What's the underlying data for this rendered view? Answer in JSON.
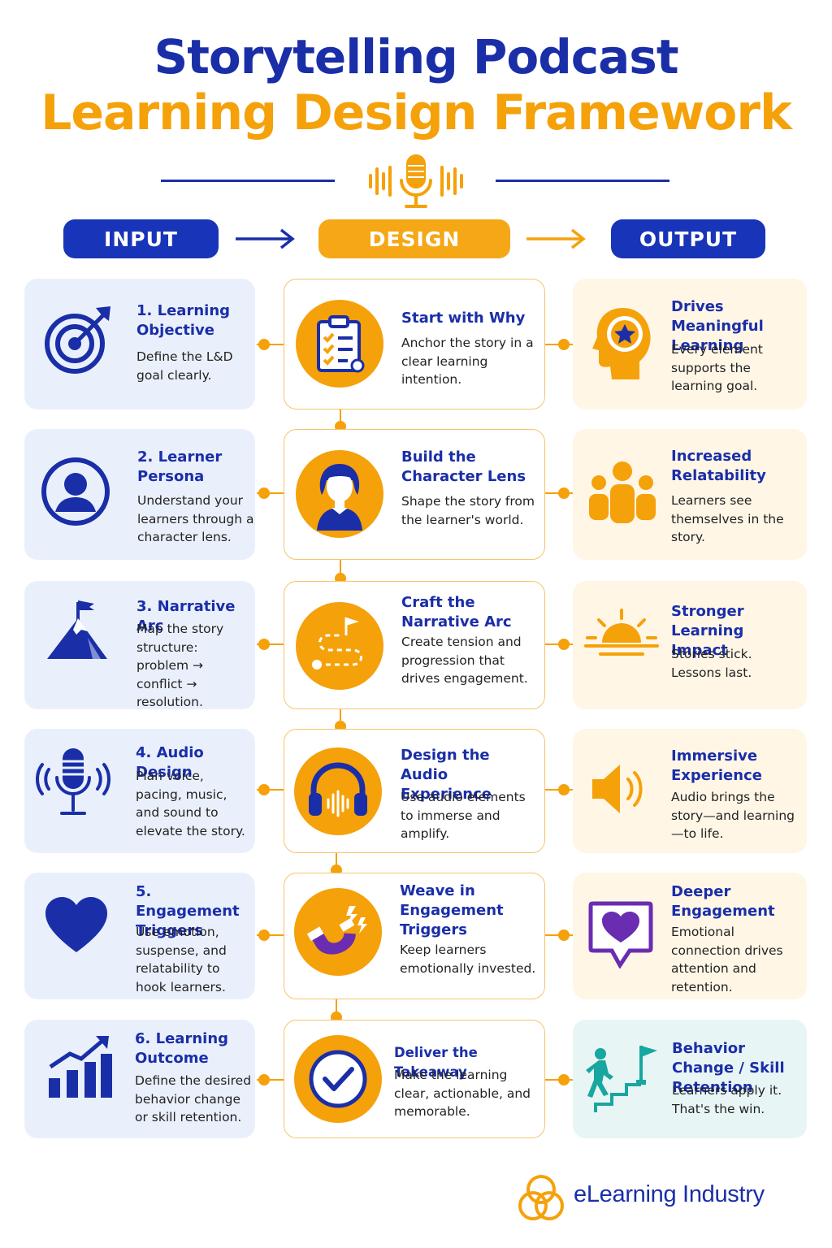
{
  "header": {
    "title_line1": "Storytelling Podcast",
    "title_line2": "Learning Design Framework"
  },
  "columns": {
    "input": "INPUT",
    "design": "DESIGN",
    "output": "OUTPUT"
  },
  "rows": [
    {
      "input": {
        "title": "1. Learning Objective",
        "desc": "Define the L&D goal clearly.",
        "icon": "target-icon"
      },
      "design": {
        "title": "Start with Why",
        "desc": "Anchor the story in a clear learning intention.",
        "icon": "clipboard-checklist-icon"
      },
      "output": {
        "title": "Drives Meaningful Learning",
        "desc": "Every element supports the learning goal.",
        "icon": "head-star-icon"
      }
    },
    {
      "input": {
        "title": "2. Learner Persona",
        "desc": "Understand your learners through a character lens.",
        "icon": "user-circle-icon"
      },
      "design": {
        "title": "Build the Character Lens",
        "desc": "Shape the story from the learner's world.",
        "icon": "woman-avatar-icon"
      },
      "output": {
        "title": "Increased Relatability",
        "desc": "Learners see themselves in the story.",
        "icon": "group-people-icon"
      }
    },
    {
      "input": {
        "title": "3. Narrative Arc",
        "desc": "Map the story structure: problem → conflict → resolution.",
        "icon": "mountain-flag-icon"
      },
      "design": {
        "title": "Craft the Narrative Arc",
        "desc": "Create tension and progression that drives engagement.",
        "icon": "winding-path-icon"
      },
      "output": {
        "title": "Stronger Learning Impact",
        "desc": "Stories stick. Lessons last.",
        "icon": "sunrise-icon"
      }
    },
    {
      "input": {
        "title": "4. Audio Design",
        "desc": "Plan voice, pacing, music, and sound to elevate the story.",
        "icon": "microphone-icon"
      },
      "design": {
        "title": "Design the Audio Experience",
        "desc": "Use audio elements to immerse and amplify.",
        "icon": "headphones-icon"
      },
      "output": {
        "title": "Immersive Experience",
        "desc": "Audio brings the story—and learning—to life.",
        "icon": "speaker-icon"
      }
    },
    {
      "input": {
        "title": "5. Engagement Triggers",
        "desc": "Use emotion, suspense, and relatability to hook learners.",
        "icon": "heart-icon"
      },
      "design": {
        "title": "Weave in Engagement Triggers",
        "desc": "Keep learners emotionally invested.",
        "icon": "magnet-icon"
      },
      "output": {
        "title": "Deeper Engagement",
        "desc": "Emotional connection drives attention and retention.",
        "icon": "heart-message-icon"
      }
    },
    {
      "input": {
        "title": "6. Learning Outcome",
        "desc": "Define the desired behavior change or skill retention.",
        "icon": "growth-chart-icon"
      },
      "design": {
        "title": "Deliver the Takeaway",
        "desc": "Make the learning clear, actionable, and memorable.",
        "icon": "check-circle-icon"
      },
      "output": {
        "title": "Behavior Change / Skill Retention",
        "desc": "Learners apply it. That's the win.",
        "icon": "stairs-flag-icon"
      }
    }
  ],
  "footer": {
    "brand": "eLearning Industry",
    "logo_icon": "elearning-industry-logo-icon"
  },
  "colors": {
    "blue": "#1a2ea8",
    "orange": "#f5a10a",
    "input_bg": "#eaf0fb",
    "output_bg": "#fff6e6"
  }
}
